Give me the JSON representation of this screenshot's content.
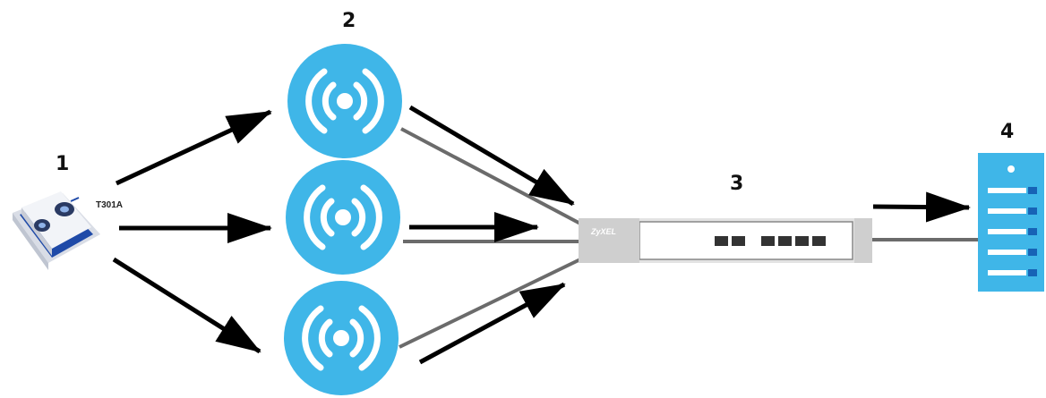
{
  "labels": {
    "tag_device": "1",
    "access_points": "2",
    "switch": "3",
    "server": "4"
  },
  "device": {
    "model": "T301A",
    "icon": "ble-tag-device-icon"
  },
  "switch": {
    "brand": "ZyXEL",
    "icon": "network-switch-icon"
  },
  "access_point_icon": "wireless-access-point-icon",
  "server_icon": "server-icon",
  "colors": {
    "ap_fill": "#3fb6e8",
    "server_fill": "#3fb6e8",
    "arrow": "#000000",
    "line": "#6b6b6b"
  }
}
